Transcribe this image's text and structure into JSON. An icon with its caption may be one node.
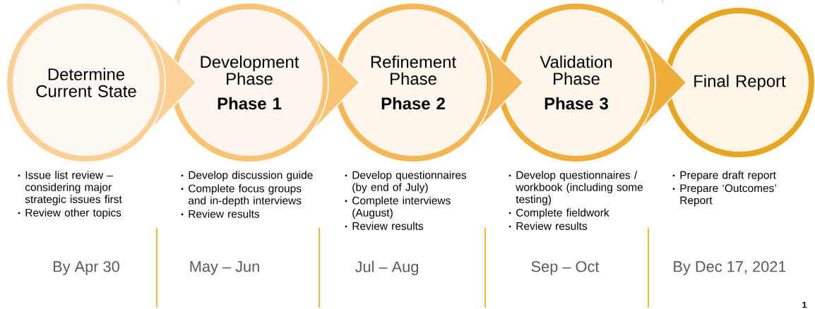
{
  "diagram": {
    "nodes": [
      {
        "text": [
          "Determine Current State"
        ],
        "beside": [
          "Issue list review – considering major strategic issues first",
          "Review other topics"
        ]
      },
      {
        "text": [
          "Development Phase",
          "Phase 1"
        ],
        "beside": [
          "Develop discussion guide",
          "Complete focus groups and in-depth interviews",
          "Review results"
        ]
      },
      {
        "text": [
          "Refinement Phase",
          "Phase 2"
        ],
        "beside": [
          "Develop questionnaires (by end of July)",
          "Complete interviews (August)",
          "Review results"
        ]
      },
      {
        "text": [
          "Validation Phase",
          "Phase 3"
        ],
        "beside": [
          "Develop questionnaires / workbook (including some testing)",
          "Complete fieldwork",
          "Review results"
        ]
      },
      {
        "text": [
          "Final Report"
        ],
        "beside": [
          "Prepare draft report",
          "Prepare ‘Outcomes’ Report"
        ]
      }
    ],
    "edges": [
      {
        "from": 0,
        "to": 1,
        "arrow": "to"
      },
      {
        "from": 1,
        "to": 2,
        "arrow": "to"
      },
      {
        "from": 2,
        "to": 3,
        "arrow": "to"
      },
      {
        "from": 3,
        "to": 4,
        "arrow": "to"
      }
    ],
    "labels": [
      "By Apr 30",
      "May – Jun",
      "Jul – Aug",
      "Sep – Oct",
      "By Dec 17, 2021",
      "1"
    ]
  }
}
